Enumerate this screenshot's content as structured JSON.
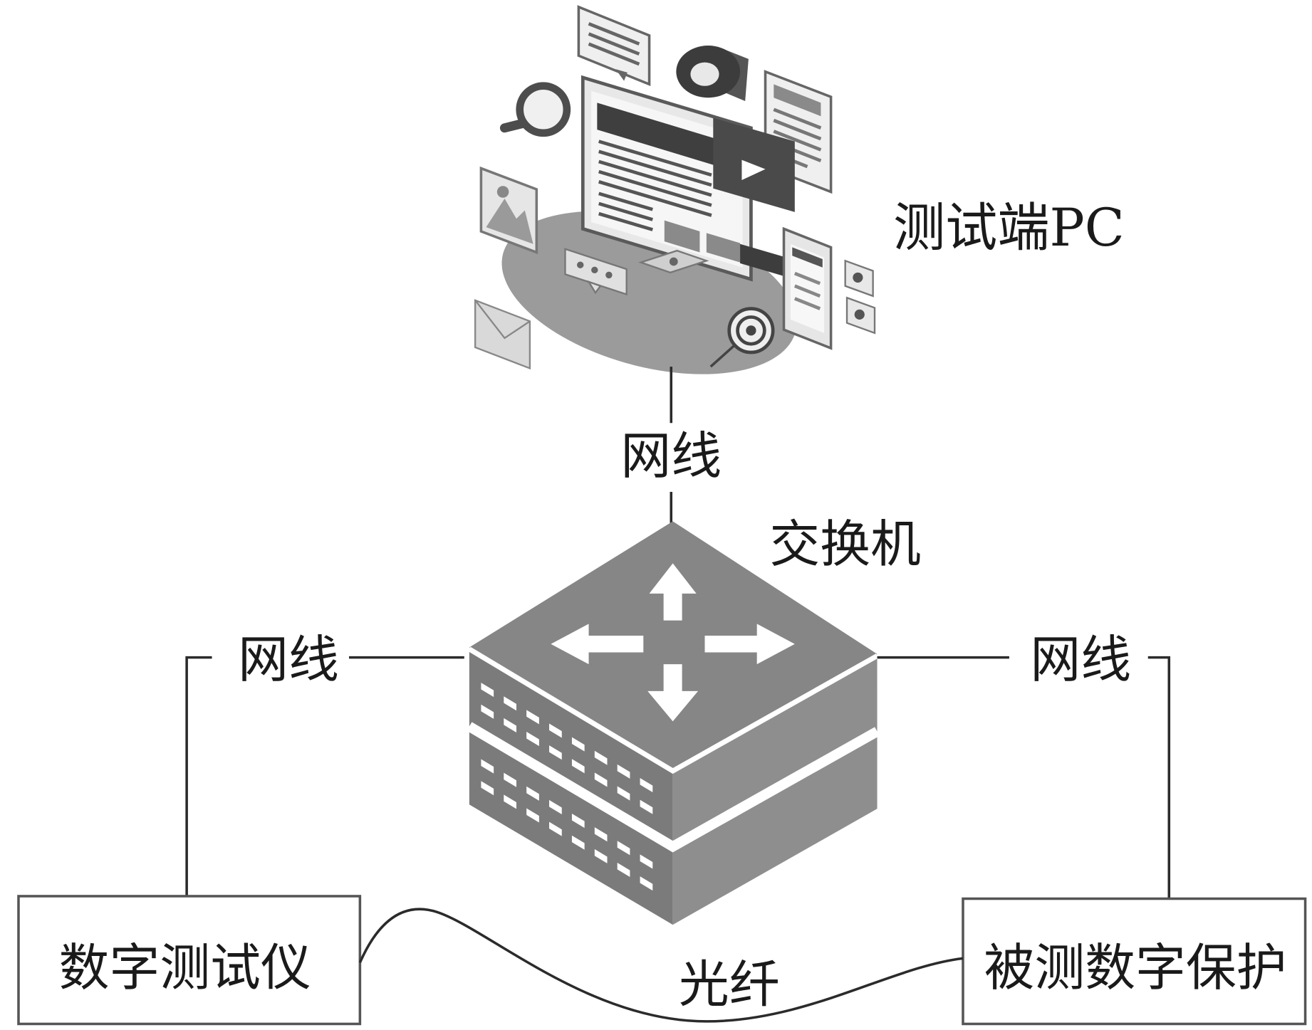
{
  "diagram": {
    "nodes": {
      "test_pc": {
        "label": "测试端PC"
      },
      "switch": {
        "label": "交换机",
        "icon": "network-switch-icon"
      },
      "digital_tester": {
        "label": "数字测试仪"
      },
      "protection_under_test": {
        "label": "被测数字保护"
      }
    },
    "links": {
      "test_pc_to_switch": {
        "label": "网线"
      },
      "digital_tester_to_switch": {
        "label": "网线"
      },
      "switch_to_protection_under_test": {
        "label": "网线"
      },
      "digital_tester_to_protection_under_test": {
        "label": "光纤"
      }
    }
  },
  "test_pc_illustration": {
    "icons": [
      "monitor-icon",
      "video-player-icon",
      "magnifier-icon",
      "camera-icon",
      "note-icon",
      "document-icon",
      "picture-icon",
      "envelope-icon",
      "phone-icon",
      "chat-bubble-icon",
      "target-icon"
    ]
  },
  "colors": {
    "background": "#ffffff",
    "line": "#2b2b2b",
    "text": "#1a1a1a",
    "platform": "#9b9b9b",
    "switch_top": "#868686",
    "switch_left": "#7b7b7b",
    "switch_right": "#8e8e8e",
    "switch_trim": "#ffffff"
  }
}
